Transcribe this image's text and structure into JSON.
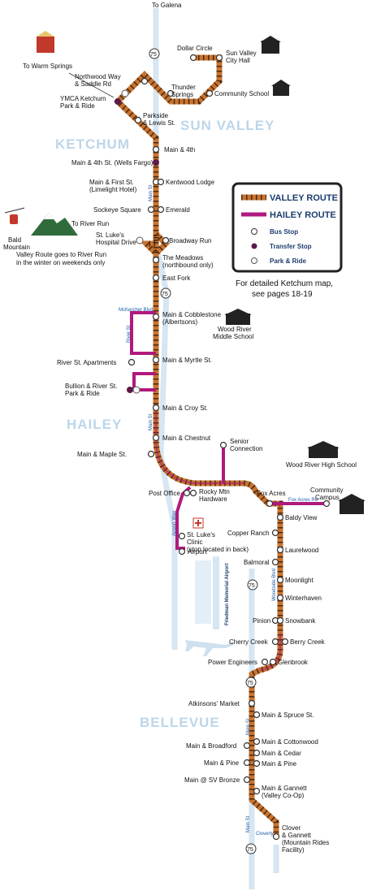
{
  "colors": {
    "valley_route": "#c8732f",
    "valley_route_dash": "#4a2a10",
    "hailey_route": "#b0197e",
    "highway": "#d6e6f2",
    "town_label": "#bcd6ea",
    "legend_text": "#1b3d6e"
  },
  "header": {
    "to_galena": "To Galena"
  },
  "top": {
    "to_warm_springs": "To Warm Springs"
  },
  "towns": {
    "ketchum": "KETCHUM",
    "sun_valley": "SUN VALLEY",
    "hailey": "HAILEY",
    "bellevue": "BELLEVUE"
  },
  "legend": {
    "valley_route": "VALLEY ROUTE",
    "hailey_route": "HAILEY ROUTE",
    "bus_stop": "Bus Stop",
    "transfer_stop": "Transfer Stop",
    "park_ride": "Park & Ride"
  },
  "ketchum_note": {
    "line1": "For detailed Ketchum map,",
    "line2": "see pages 18-19"
  },
  "river_run": {
    "to_river_run": "To River Run",
    "bald": "Bald",
    "mountain": "Mountain",
    "note1": "Valley Route goes to River Run",
    "note2": "in the winter on weekends only"
  },
  "landmarks": {
    "wood_river_ms": [
      "Wood River",
      "Middle School"
    ],
    "wood_river_hs": "Wood River High School",
    "community_campus": [
      "Community",
      "Campus"
    ],
    "airport_name": "Friedman Memorial Airport"
  },
  "roads": {
    "main_st": "Main St",
    "river_st": "River St",
    "mckercher": "McKercher Blvd",
    "fox_acres": "Fox Acres Rd",
    "airport_way": "Airport Way",
    "woodside": "Woodside Blvd",
    "cloverly": "Cloverly",
    "hwy75": "75"
  },
  "stops": [
    {
      "id": "dollar-circle",
      "lines": [
        "Dollar Circle"
      ]
    },
    {
      "id": "sun-valley-city-hall",
      "lines": [
        "Sun Valley",
        "City Hall"
      ]
    },
    {
      "id": "northwood-way",
      "lines": [
        "Northwood Way",
        "& Saddle Rd"
      ]
    },
    {
      "id": "thunder-springs",
      "lines": [
        "Thunder",
        "Springs"
      ]
    },
    {
      "id": "community-school",
      "lines": [
        "Community School"
      ]
    },
    {
      "id": "ymca",
      "lines": [
        "YMCA Ketchum",
        "Park & Ride"
      ]
    },
    {
      "id": "parkside",
      "lines": [
        "Parkside",
        "& Lewis St."
      ]
    },
    {
      "id": "main-4th",
      "lines": [
        "Main & 4th"
      ]
    },
    {
      "id": "main-4th-wells",
      "lines": [
        "Main & 4th St. (Wells Fargo)"
      ]
    },
    {
      "id": "main-first",
      "lines": [
        "Main & First St.",
        "(Limelight Hotel)"
      ]
    },
    {
      "id": "kentwood-lodge",
      "lines": [
        "Kentwood Lodge"
      ]
    },
    {
      "id": "sockeye-square",
      "lines": [
        "Sockeye Square"
      ]
    },
    {
      "id": "emerald",
      "lines": [
        "Emerald"
      ]
    },
    {
      "id": "st-lukes-hospital",
      "lines": [
        "St. Luke's",
        "Hospital Drive"
      ]
    },
    {
      "id": "broadway-run",
      "lines": [
        "Broadway Run"
      ]
    },
    {
      "id": "the-meadows",
      "lines": [
        "The Meadows",
        "(northbound only)"
      ]
    },
    {
      "id": "east-fork",
      "lines": [
        "East Fork"
      ]
    },
    {
      "id": "main-cobblestone",
      "lines": [
        "Main & Cobblestone",
        "(Albertsons)"
      ]
    },
    {
      "id": "river-st-apartments",
      "lines": [
        "River St. Apartments"
      ]
    },
    {
      "id": "main-myrtle",
      "lines": [
        "Main & Myrtle St."
      ]
    },
    {
      "id": "bullion-river",
      "lines": [
        "Bullion & River St.",
        "Park & Ride"
      ]
    },
    {
      "id": "main-croy",
      "lines": [
        "Main & Croy St."
      ]
    },
    {
      "id": "main-chestnut",
      "lines": [
        "Main & Chestnut"
      ]
    },
    {
      "id": "senior-connection",
      "lines": [
        "Senior",
        "Connection"
      ]
    },
    {
      "id": "main-maple",
      "lines": [
        "Main & Maple St."
      ]
    },
    {
      "id": "post-office",
      "lines": [
        "Post Office"
      ]
    },
    {
      "id": "rocky-mtn-hardware",
      "lines": [
        "Rocky Mtn",
        "Hardware"
      ]
    },
    {
      "id": "fox-acres",
      "lines": [
        "Fox Acres"
      ]
    },
    {
      "id": "baldy-view",
      "lines": [
        "Baldy View"
      ]
    },
    {
      "id": "st-lukes-clinic",
      "lines": [
        "St. Luke's",
        "Clinic",
        "(stop located in back)"
      ]
    },
    {
      "id": "copper-ranch",
      "lines": [
        "Copper Ranch"
      ]
    },
    {
      "id": "airport",
      "lines": [
        "Airport"
      ]
    },
    {
      "id": "laurelwood",
      "lines": [
        "Laurelwood"
      ]
    },
    {
      "id": "balmoral",
      "lines": [
        "Balmoral"
      ]
    },
    {
      "id": "moonlight",
      "lines": [
        "Moonlight"
      ]
    },
    {
      "id": "winterhaven",
      "lines": [
        "Winterhaven"
      ]
    },
    {
      "id": "pinion",
      "lines": [
        "Pinion"
      ]
    },
    {
      "id": "snowbank",
      "lines": [
        "Snowbank"
      ]
    },
    {
      "id": "cherry-creek",
      "lines": [
        "Cherry Creek"
      ]
    },
    {
      "id": "berry-creek",
      "lines": [
        "Berry Creek"
      ]
    },
    {
      "id": "power-engineers",
      "lines": [
        "Power Engineers"
      ]
    },
    {
      "id": "glenbrook",
      "lines": [
        "Glenbrook"
      ]
    },
    {
      "id": "atkinsons-market",
      "lines": [
        "Atkinsons' Market"
      ]
    },
    {
      "id": "main-spruce",
      "lines": [
        "Main & Spruce St."
      ]
    },
    {
      "id": "main-broadford",
      "lines": [
        "Main & Broadford"
      ]
    },
    {
      "id": "main-cottonwood",
      "lines": [
        "Main & Cottonwood"
      ]
    },
    {
      "id": "main-cedar",
      "lines": [
        "Main & Cedar"
      ]
    },
    {
      "id": "main-pine-w",
      "lines": [
        "Main & Pine"
      ]
    },
    {
      "id": "main-pine-e",
      "lines": [
        "Main & Pine"
      ]
    },
    {
      "id": "main-sv-bronze",
      "lines": [
        "Main @ SV Bronze"
      ]
    },
    {
      "id": "main-gannett",
      "lines": [
        "Main & Gannett",
        "(Valley Co-Op)"
      ]
    },
    {
      "id": "clover-gannett",
      "lines": [
        "Clover",
        "& Gannett",
        "(Mountain Rides",
        "Facility)"
      ]
    }
  ]
}
